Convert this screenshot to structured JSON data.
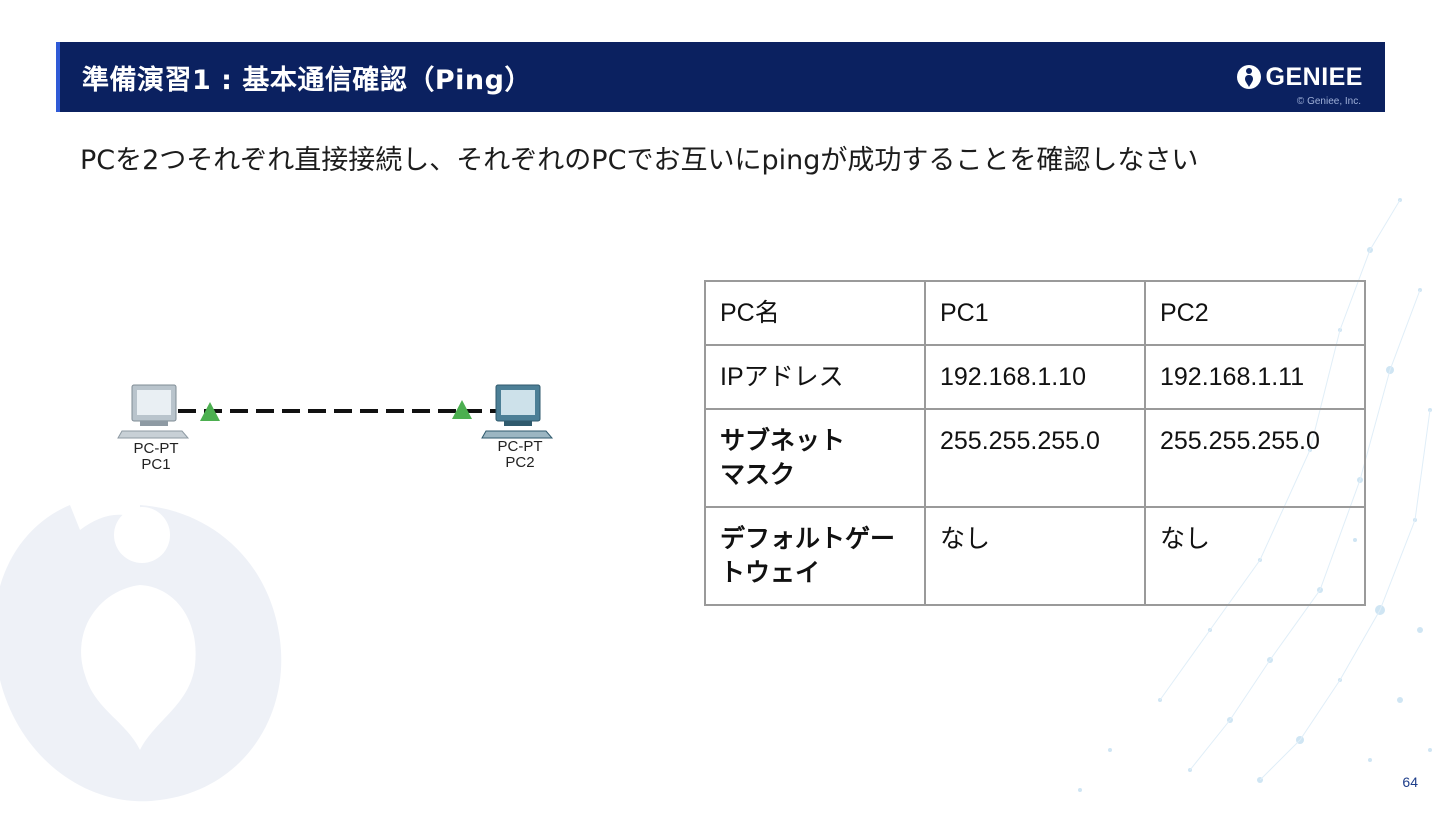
{
  "header": {
    "title": "準備演習1 : 基本通信確認（Ping）",
    "logo_text": "GENIEE",
    "copyright": "© Geniee, Inc."
  },
  "instruction": "PCを2つそれぞれ直接接続し、それぞれのPCでお互いにpingが成功することを確認しなさい",
  "topology": {
    "devices": [
      {
        "type": "PC-PT",
        "name": "PC1"
      },
      {
        "type": "PC-PT",
        "name": "PC2"
      }
    ],
    "link_status_color": "#4caf50"
  },
  "table": {
    "header": [
      "PC名",
      "PC1",
      "PC2"
    ],
    "rows": [
      {
        "label": "IPアドレス",
        "pc1": "192.168.1.10",
        "pc2": "192.168.1.11"
      },
      {
        "label_line1": "サブネット",
        "label_line2": "マスク",
        "pc1": "255.255.255.0",
        "pc2": "255.255.255.0"
      },
      {
        "label_line1": "デフォルトゲー",
        "label_line2": "トウェイ",
        "pc1": "なし",
        "pc2": "なし"
      }
    ]
  },
  "page_number": "64",
  "colors": {
    "header_bg": "#0b2160",
    "accent": "#2f5ad6",
    "table_border": "#9a9a9a"
  }
}
